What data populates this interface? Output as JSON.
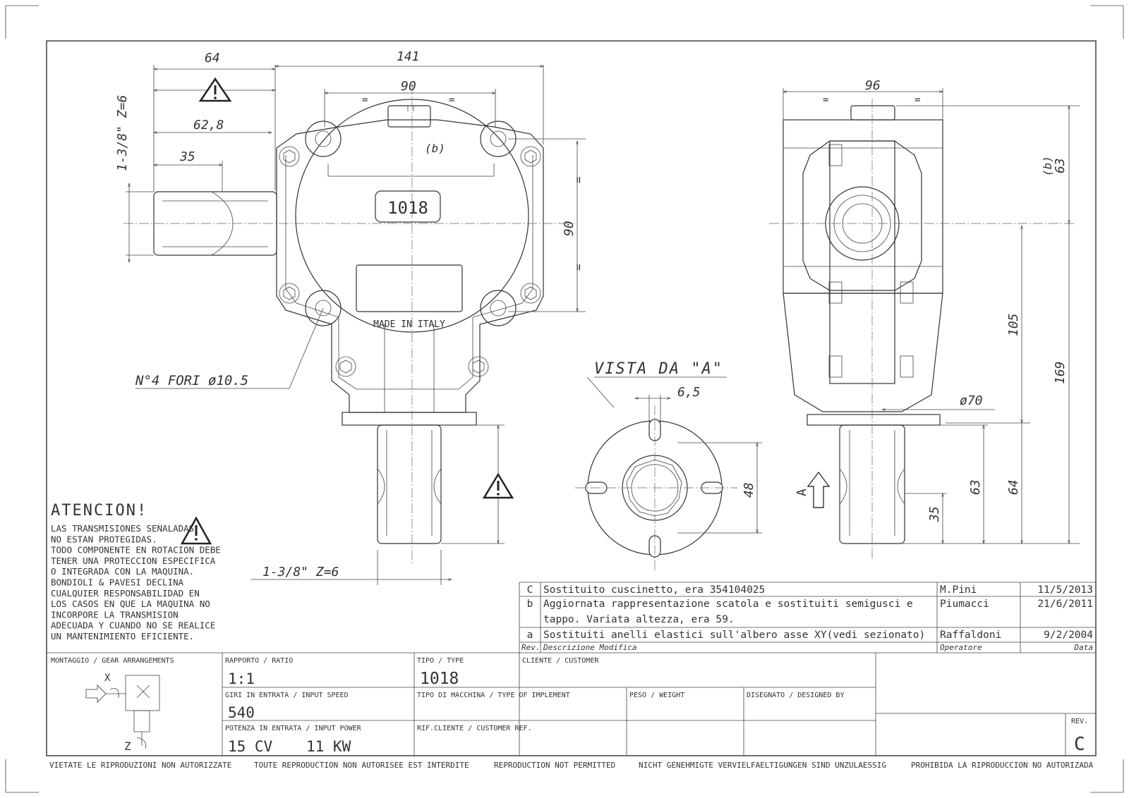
{
  "front_view": {
    "dims": {
      "d64": "64",
      "d141": "141",
      "d90_top": "90",
      "d62_8": "62,8",
      "d35": "35",
      "shaft_spec_left": "1-3/8\" Z=6",
      "b_label": "(b)",
      "model": "1018",
      "d90_right": "90",
      "eq": "=",
      "made_in": "MADE IN ITALY",
      "holes": "N°4 FORI ø10.5",
      "shaft_spec_bottom": "1-3/8\" Z=6"
    }
  },
  "detail_view": {
    "title": "VISTA DA \"A\"",
    "dims": {
      "d6_5": "6,5",
      "d48": "48"
    }
  },
  "side_view": {
    "dims": {
      "d96": "96",
      "b63": "(b)",
      "d63_top": "63",
      "d105": "105",
      "d169": "169",
      "dia70": "ø70",
      "d35": "35",
      "d63": "63",
      "d64": "64",
      "arrow_a": "A"
    }
  },
  "warning": {
    "title": "ATENCION!",
    "lines": [
      "LAS TRANSMISIONES SENALADAS",
      "NO ESTAN PROTEGIDAS.",
      "TODO COMPONENTE EN ROTACION DEBE",
      "TENER UNA PROTECCION ESPECIFICA",
      "O INTEGRADA CON LA MAQUINA.",
      "BONDIOLI & PAVESI DECLINA",
      "CUALQUIER RESPONSABILIDAD EN",
      "LOS CASOS EN QUE LA MAQUINA NO",
      "INCORPORE LA TRANSMISION",
      "ADECUADA Y CUANDO NO SE REALICE",
      "UN MANTENIMIENTO EFICIENTE."
    ]
  },
  "revisions": [
    {
      "rev": "C",
      "desc": "Sostituito cuscinetto, era 354104025",
      "desc2": "",
      "operator": "M.Pini",
      "date": "11/5/2013"
    },
    {
      "rev": "b",
      "desc": "Aggiornata rappresentazione scatola e sostituiti semigusci e",
      "desc2": "tappo. Variata altezza, era 59.",
      "operator": "Piumacci",
      "date": "21/6/2011"
    },
    {
      "rev": "a",
      "desc": "Sostituiti anelli elastici sull'albero asse XY(vedi sezionato)",
      "desc2": "",
      "operator": "Raffaldoni",
      "date": "9/2/2004"
    }
  ],
  "revision_header": {
    "rev": "Rev.",
    "desc": "Descrizione Modifica",
    "operator": "Operatore",
    "date": "Data"
  },
  "title_block": {
    "montaggio_label": "MONTAGGIO / GEAR ARRANGEMENTS",
    "ratio_label": "RAPPORTO / RATIO",
    "ratio_value": "1:1",
    "tipo_label": "TIPO / TYPE",
    "tipo_value": "1018",
    "cliente_label": "CLIENTE / CUSTOMER",
    "speed_label": "GIRI IN ENTRATA / INPUT SPEED",
    "speed_value": "540",
    "machine_label": "TIPO DI MACCHINA / TYPE OF IMPLEMENT",
    "weight_label": "PESO / WEIGHT",
    "designed_label": "DISEGNATO / DESIGNED BY",
    "power_label": "POTENZA IN ENTRATA / INPUT POWER",
    "power_cv": "15 CV",
    "power_kw": "11 KW",
    "ref_label": "RIF.CLIENTE / CUSTOMER REF.",
    "rev_label": "REV.",
    "rev_value": "C",
    "axis_x": "X",
    "axis_z": "Z"
  },
  "footer": [
    "VIETATE LE RIPRODUZIONI NON AUTORIZZATE",
    "TOUTE REPRODUCTION NON AUTORISEE EST INTERDITE",
    "REPRODUCTION NOT PERMITTED",
    "NICHT GENEHMIGTE VERVIELFAELTIGUNGEN SIND UNZULAESSIG",
    "PROHIBIDA LA RIPRODUCCION NO AUTORIZADA"
  ]
}
